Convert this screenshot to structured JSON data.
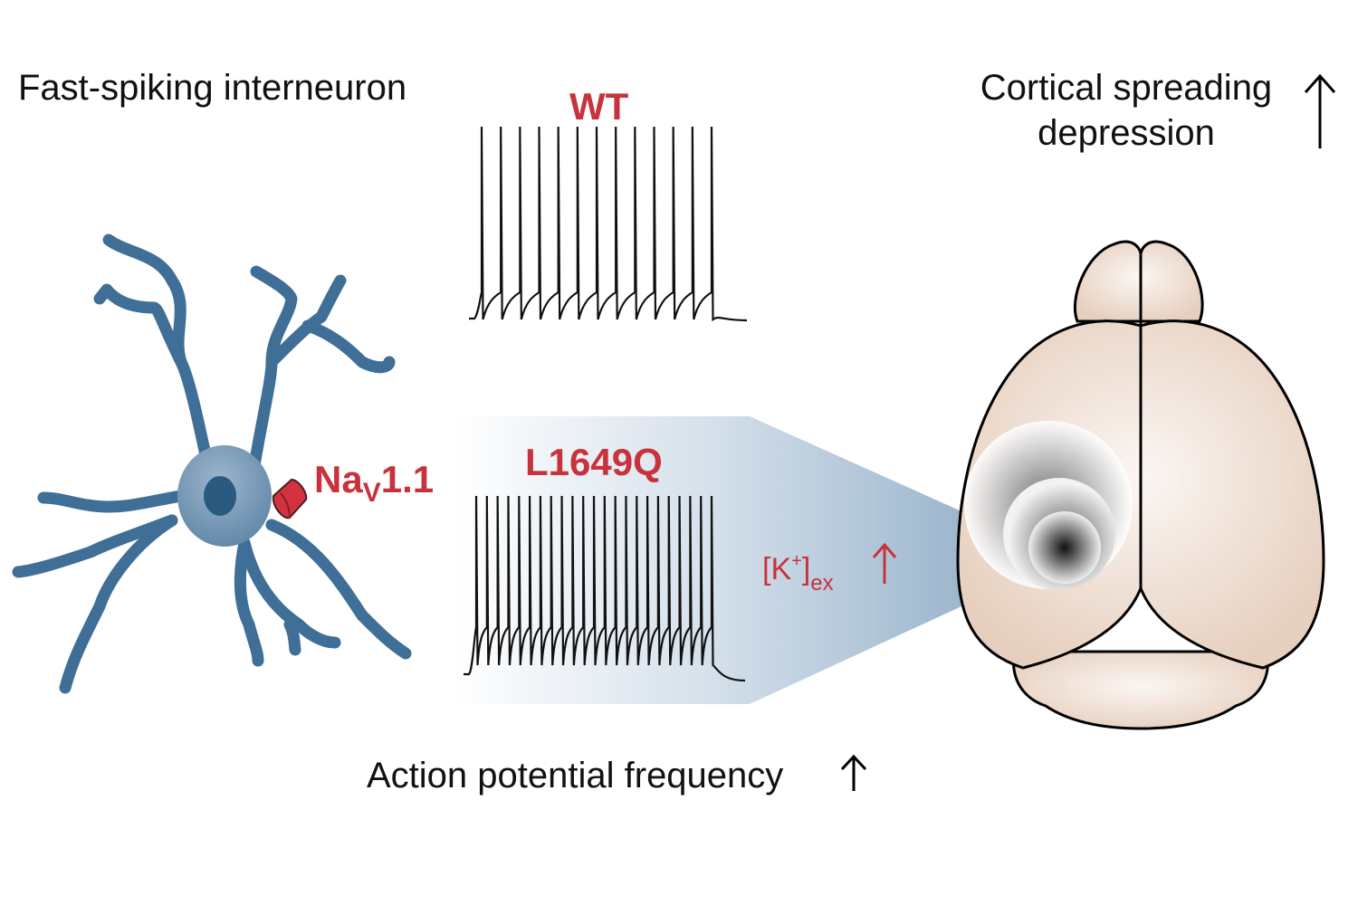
{
  "figure": {
    "cell_title": "Fast-spiking interneuron",
    "outcome_title": "Cortical spreading depression",
    "outcome_title_line1": "Cortical spreading",
    "outcome_title_line2": "depression",
    "outcome_arrow": "↑",
    "channel_label_main": "Na",
    "channel_label_sub": "V",
    "channel_label_suffix": "1.1",
    "wt_label": "WT",
    "mutant_label": "L1649Q",
    "potassium_label_open": "[K",
    "potassium_label_sup": "+",
    "potassium_label_close": "]",
    "potassium_label_sub": "ex",
    "potassium_arrow": "↑",
    "bottom_label": "Action potential frequency",
    "bottom_arrow": "↑"
  },
  "traces": {
    "wt": {
      "spike_count": 13
    },
    "mutant": {
      "spike_count": 23
    }
  },
  "colors": {
    "accent_red": "#c8323c",
    "neuron_blue": "#3f6f96",
    "neuron_light": "#8aa6c1",
    "nucleus": "#2b5a80",
    "brain_fill": "#ecd9cb",
    "zoom_panel": "#a8bfd4",
    "trace": "#111111"
  }
}
